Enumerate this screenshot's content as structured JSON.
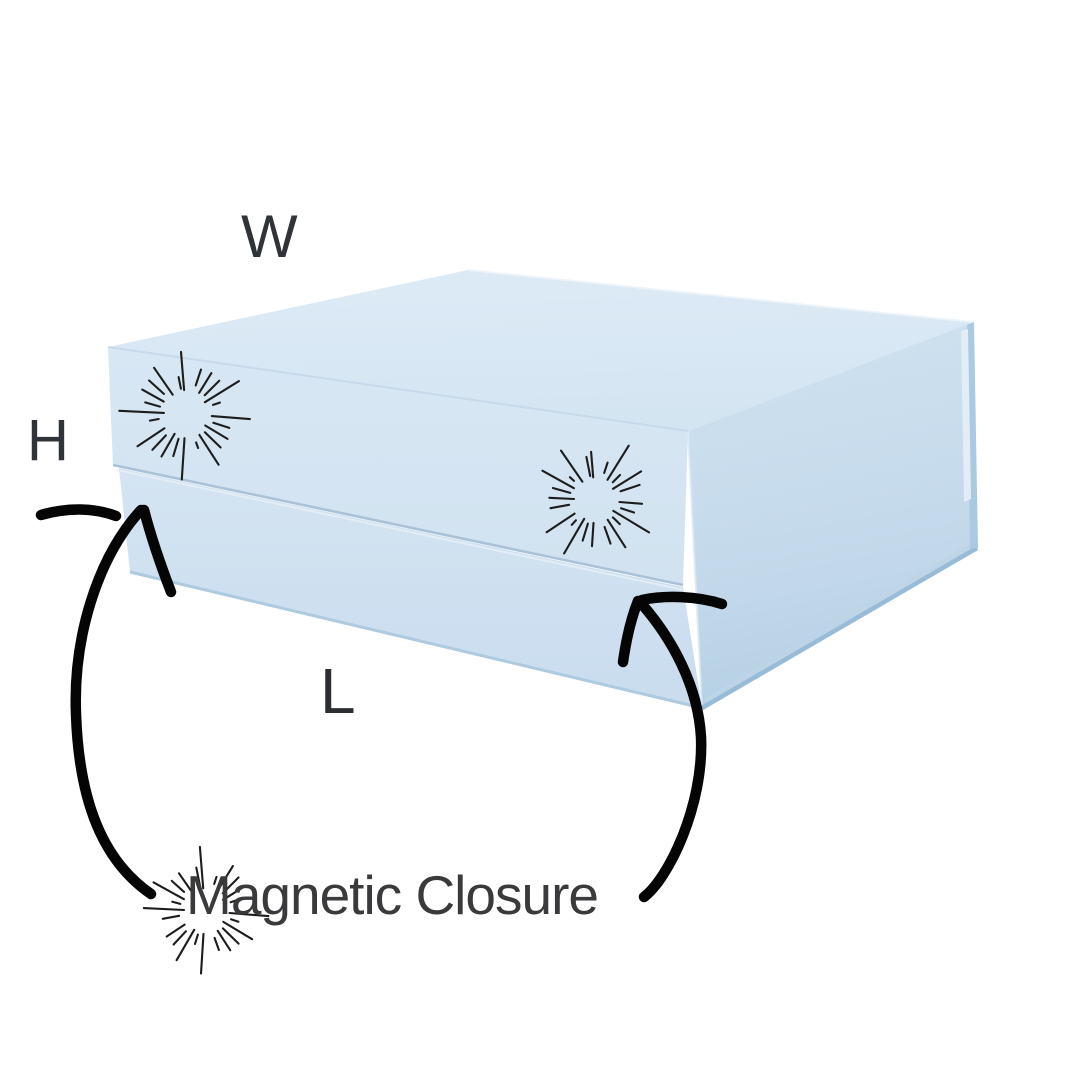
{
  "diagram": {
    "dimension_labels": [
      {
        "id": "width",
        "label": "W"
      },
      {
        "id": "height",
        "label": "H"
      },
      {
        "id": "length",
        "label": "L"
      }
    ],
    "feature_label": "Magnetic Closure",
    "colors": {
      "background": "#ffffff",
      "box_top": "#d9e8f4",
      "box_front": "#d4e4f2",
      "box_side": "#c9ddee",
      "box_side_dark": "#b9d2e6",
      "edge_shadow": "#a9c2d7",
      "edge_highlight": "#e4eef7",
      "annotation_line": "#000000",
      "starburst": "#1d1d1d",
      "label_text": "#303338",
      "feature_text": "#3a3a3c"
    }
  }
}
